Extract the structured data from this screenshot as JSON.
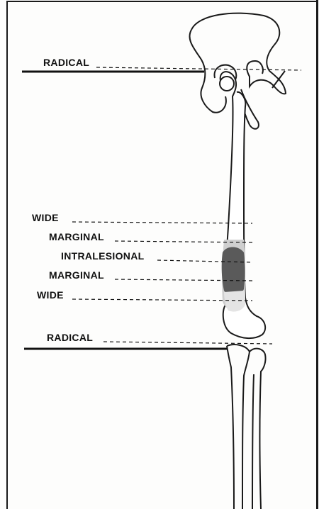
{
  "labels": {
    "radical_top": "RADICAL",
    "wide_top": "WIDE",
    "marginal_top": "MARGINAL",
    "intralesional": "INTRALESIONAL",
    "marginal_bottom": "MARGINAL",
    "wide_bottom": "WIDE",
    "radical_bottom": "RADICAL"
  },
  "colors": {
    "ink": "#111111",
    "lesion": "#5a5a5a",
    "reactive_zone": "#cfcfcf"
  }
}
